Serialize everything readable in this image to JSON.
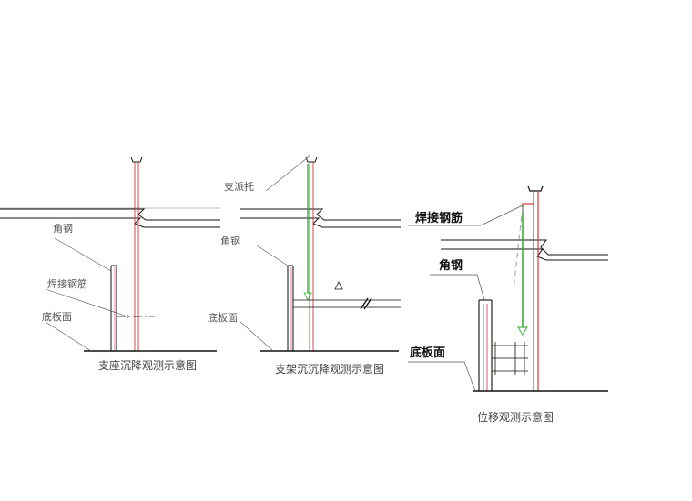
{
  "diagram1": {
    "label_angle_steel": "角钢",
    "label_weld_rebar": "焊接钢筋",
    "label_floor_surface": "底板面",
    "caption": "支座沉降观测示意图"
  },
  "diagram2": {
    "label_support_bracket": "支派托",
    "label_angle_steel": "角钢",
    "label_floor_surface": "底板面",
    "caption": "支架沉沉降观测示意图"
  },
  "diagram3": {
    "label_weld_rebar": "焊接钢筋",
    "label_angle_steel": "角钢",
    "label_floor_surface": "底板面",
    "caption": "位移观测示意图"
  },
  "colors": {
    "line": "#111111",
    "pipe": "#d23a3a",
    "rebar": "#2ea82e",
    "leader": "#555555",
    "dash": "#aaaaaa"
  }
}
